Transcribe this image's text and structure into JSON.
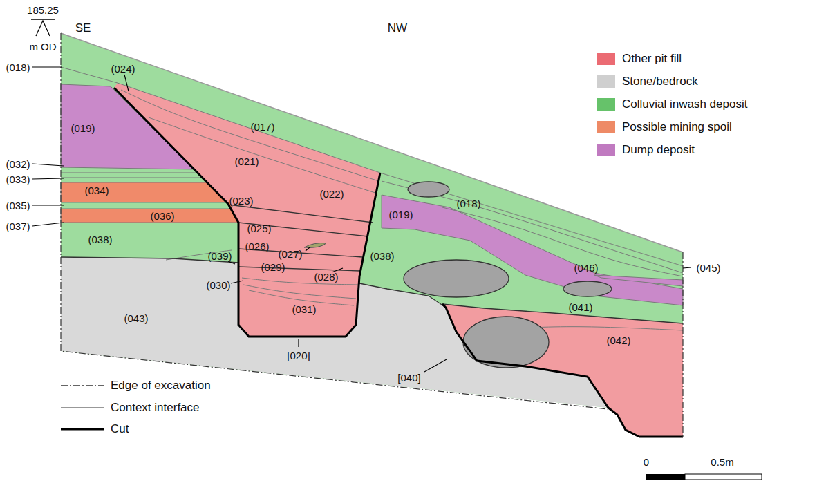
{
  "diagram": {
    "labels": [
      "185.25",
      "m OD",
      "SE",
      "NW",
      "(024)",
      "(018)",
      "(019)",
      "(017)",
      "(021)",
      "(032)",
      "(033)",
      "(023)",
      "(022)",
      "(034)",
      "(018)",
      "(035)",
      "(025)",
      "(019)",
      "(036)",
      "(026)",
      "(037)",
      "(038)",
      "(027)",
      "(038)",
      "(039)",
      "(029)",
      "(028)",
      "(046)",
      "(045)",
      "(030)",
      "(043)",
      "(031)",
      "(041)",
      "[040]",
      "(042)",
      "[020]",
      "0",
      "0.5m"
    ],
    "legend": [
      {
        "text": "Other pit fill",
        "color": "#eb6b73"
      },
      {
        "text": "Stone/bedrock",
        "color": "#cfcfcf"
      },
      {
        "text": "Colluvial inwash deposit",
        "color": "#66c26a"
      },
      {
        "text": "Possible mining spoil",
        "color": "#ee8a66"
      },
      {
        "text": "Dump deposit",
        "color": "#c07ac0"
      },
      {
        "text": "Edge of excavation"
      },
      {
        "text": "Context interface"
      },
      {
        "text": "Cut"
      }
    ]
  }
}
